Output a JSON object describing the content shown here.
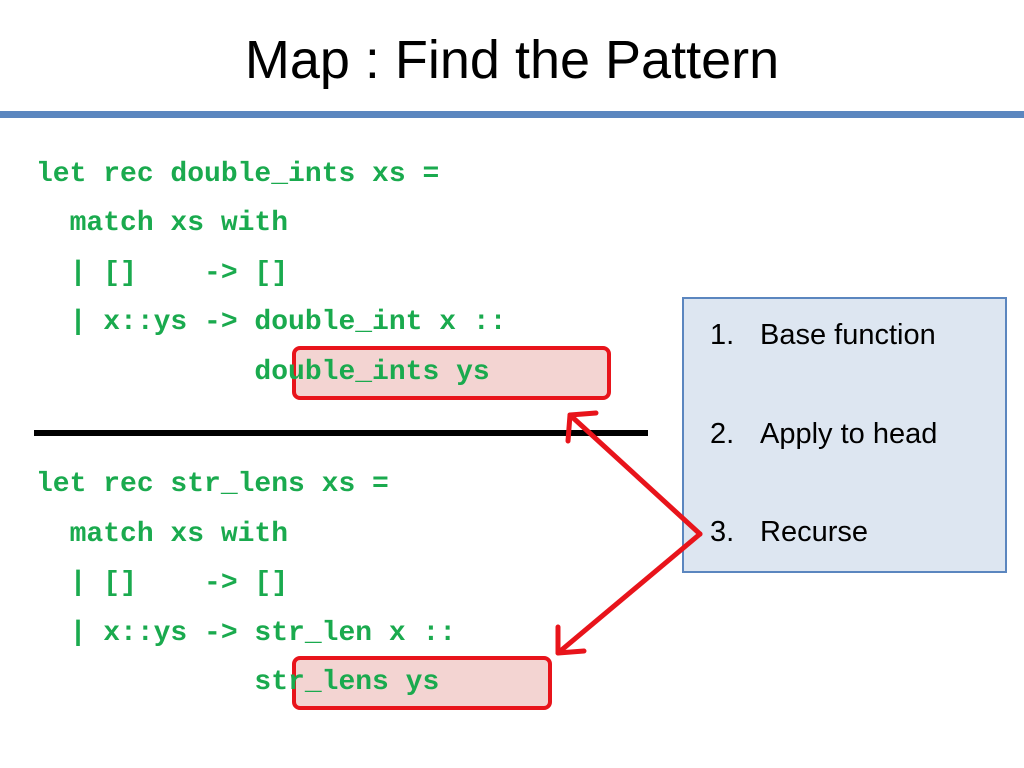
{
  "slide": {
    "title": "Map : Find the Pattern"
  },
  "code": {
    "block1": [
      "let rec double_ints xs =",
      "  match xs with",
      "  | []    -> []",
      "  | x::ys -> double_int x ::",
      "             double_ints ys"
    ],
    "block2": [
      "let rec str_lens xs =",
      "  match xs with",
      "  | []    -> []",
      "  | x::ys -> str_len x ::",
      "             str_lens ys"
    ]
  },
  "steps": [
    {
      "num": "1.",
      "label": "Base function"
    },
    {
      "num": "2.",
      "label": "Apply to head"
    },
    {
      "num": "3.",
      "label": "Recurse"
    }
  ],
  "colors": {
    "code": "#1aaa4e",
    "highlight_border": "#e8141b",
    "highlight_fill": "#f3d4d2",
    "arrow": "#e8141b",
    "title_rule": "#5b86bf",
    "steps_fill": "#dde6f1",
    "steps_border": "#5b86bf"
  }
}
